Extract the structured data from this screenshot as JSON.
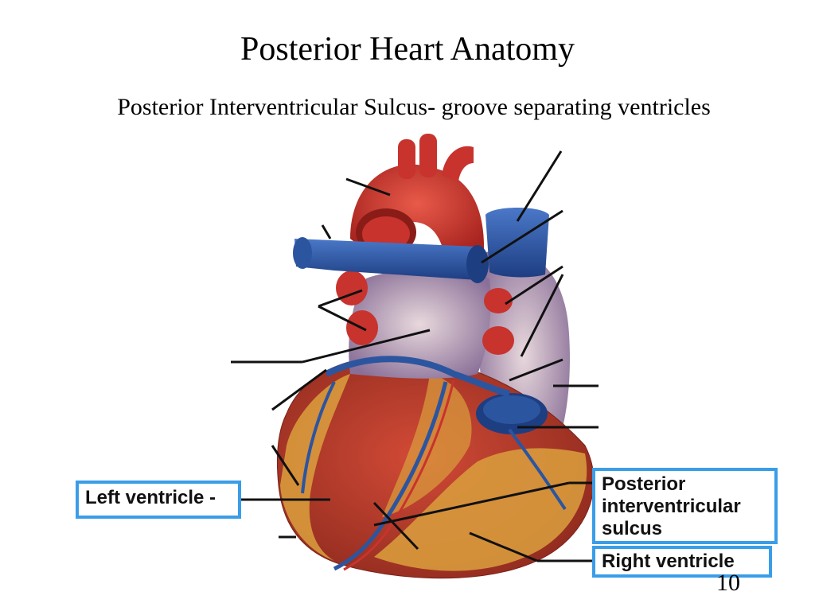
{
  "slide": {
    "title": "Posterior Heart Anatomy",
    "subtitle": "Posterior Interventricular Sulcus- groove separating ventricles",
    "page_number": "10"
  },
  "labels": {
    "left_ventricle": "Left ventricle",
    "posterior_sulcus_line1": "Posterior",
    "posterior_sulcus_line2": "interventricular",
    "posterior_sulcus_line3": "sulcus",
    "right_ventricle": "Right ventricle"
  },
  "colors": {
    "accent_box_border": "#3a9de8",
    "artery_red": "#c8332e",
    "vein_blue": "#2c55a0",
    "fat_yellow": "#d89a3c",
    "atrium_pink": "#b8a0b8"
  }
}
